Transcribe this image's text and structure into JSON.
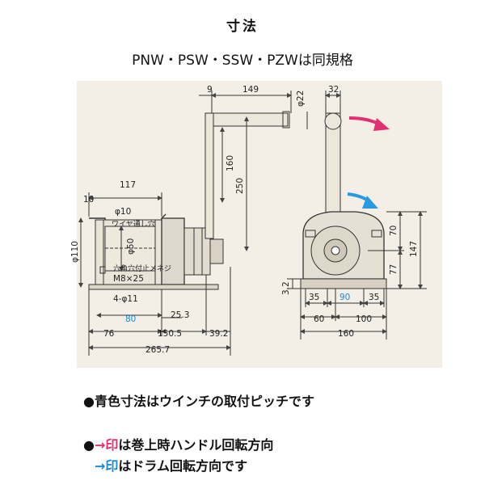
{
  "header": {
    "title": "寸法",
    "subtitle": "PNW・PSW・SSW・PZWは同規格"
  },
  "dims_side": {
    "d9": "9",
    "d149": "149",
    "d22": "φ22",
    "d160": "160",
    "d250": "250",
    "d117": "117",
    "d10": "10",
    "d10hole": "φ10",
    "wire_hole": "ワイヤ通し穴",
    "d110": "φ110",
    "d50": "φ50",
    "hex_bolt": "六角穴付止メネジ",
    "m8": "M8×25",
    "d11": "4-φ11",
    "d80": "80",
    "d25_3": "25.3",
    "d76": "76",
    "d150_5": "150.5",
    "d39_2": "39.2",
    "d265_7": "265.7"
  },
  "dims_front": {
    "d32": "32",
    "d70": "70",
    "d147": "147",
    "d77": "77",
    "d3_2": "3.2",
    "d35a": "35",
    "d90": "90",
    "d35b": "35",
    "d60": "60",
    "d100": "100",
    "d160w": "160"
  },
  "notes": {
    "line1": "●青色寸法はウインチの取付ピッチです",
    "line2_bullet": "●",
    "line2_arrow": "→印",
    "line2_text": "は巻上時ハンドル回転方向",
    "line3_arrow": "→印",
    "line3_text": "はドラム回転方向です"
  },
  "colors": {
    "panel_bg": "#f4efe6",
    "pitch_blue": "#1a8ad6",
    "handle_arrow": "#e03070",
    "drum_arrow": "#2a9ae0"
  }
}
